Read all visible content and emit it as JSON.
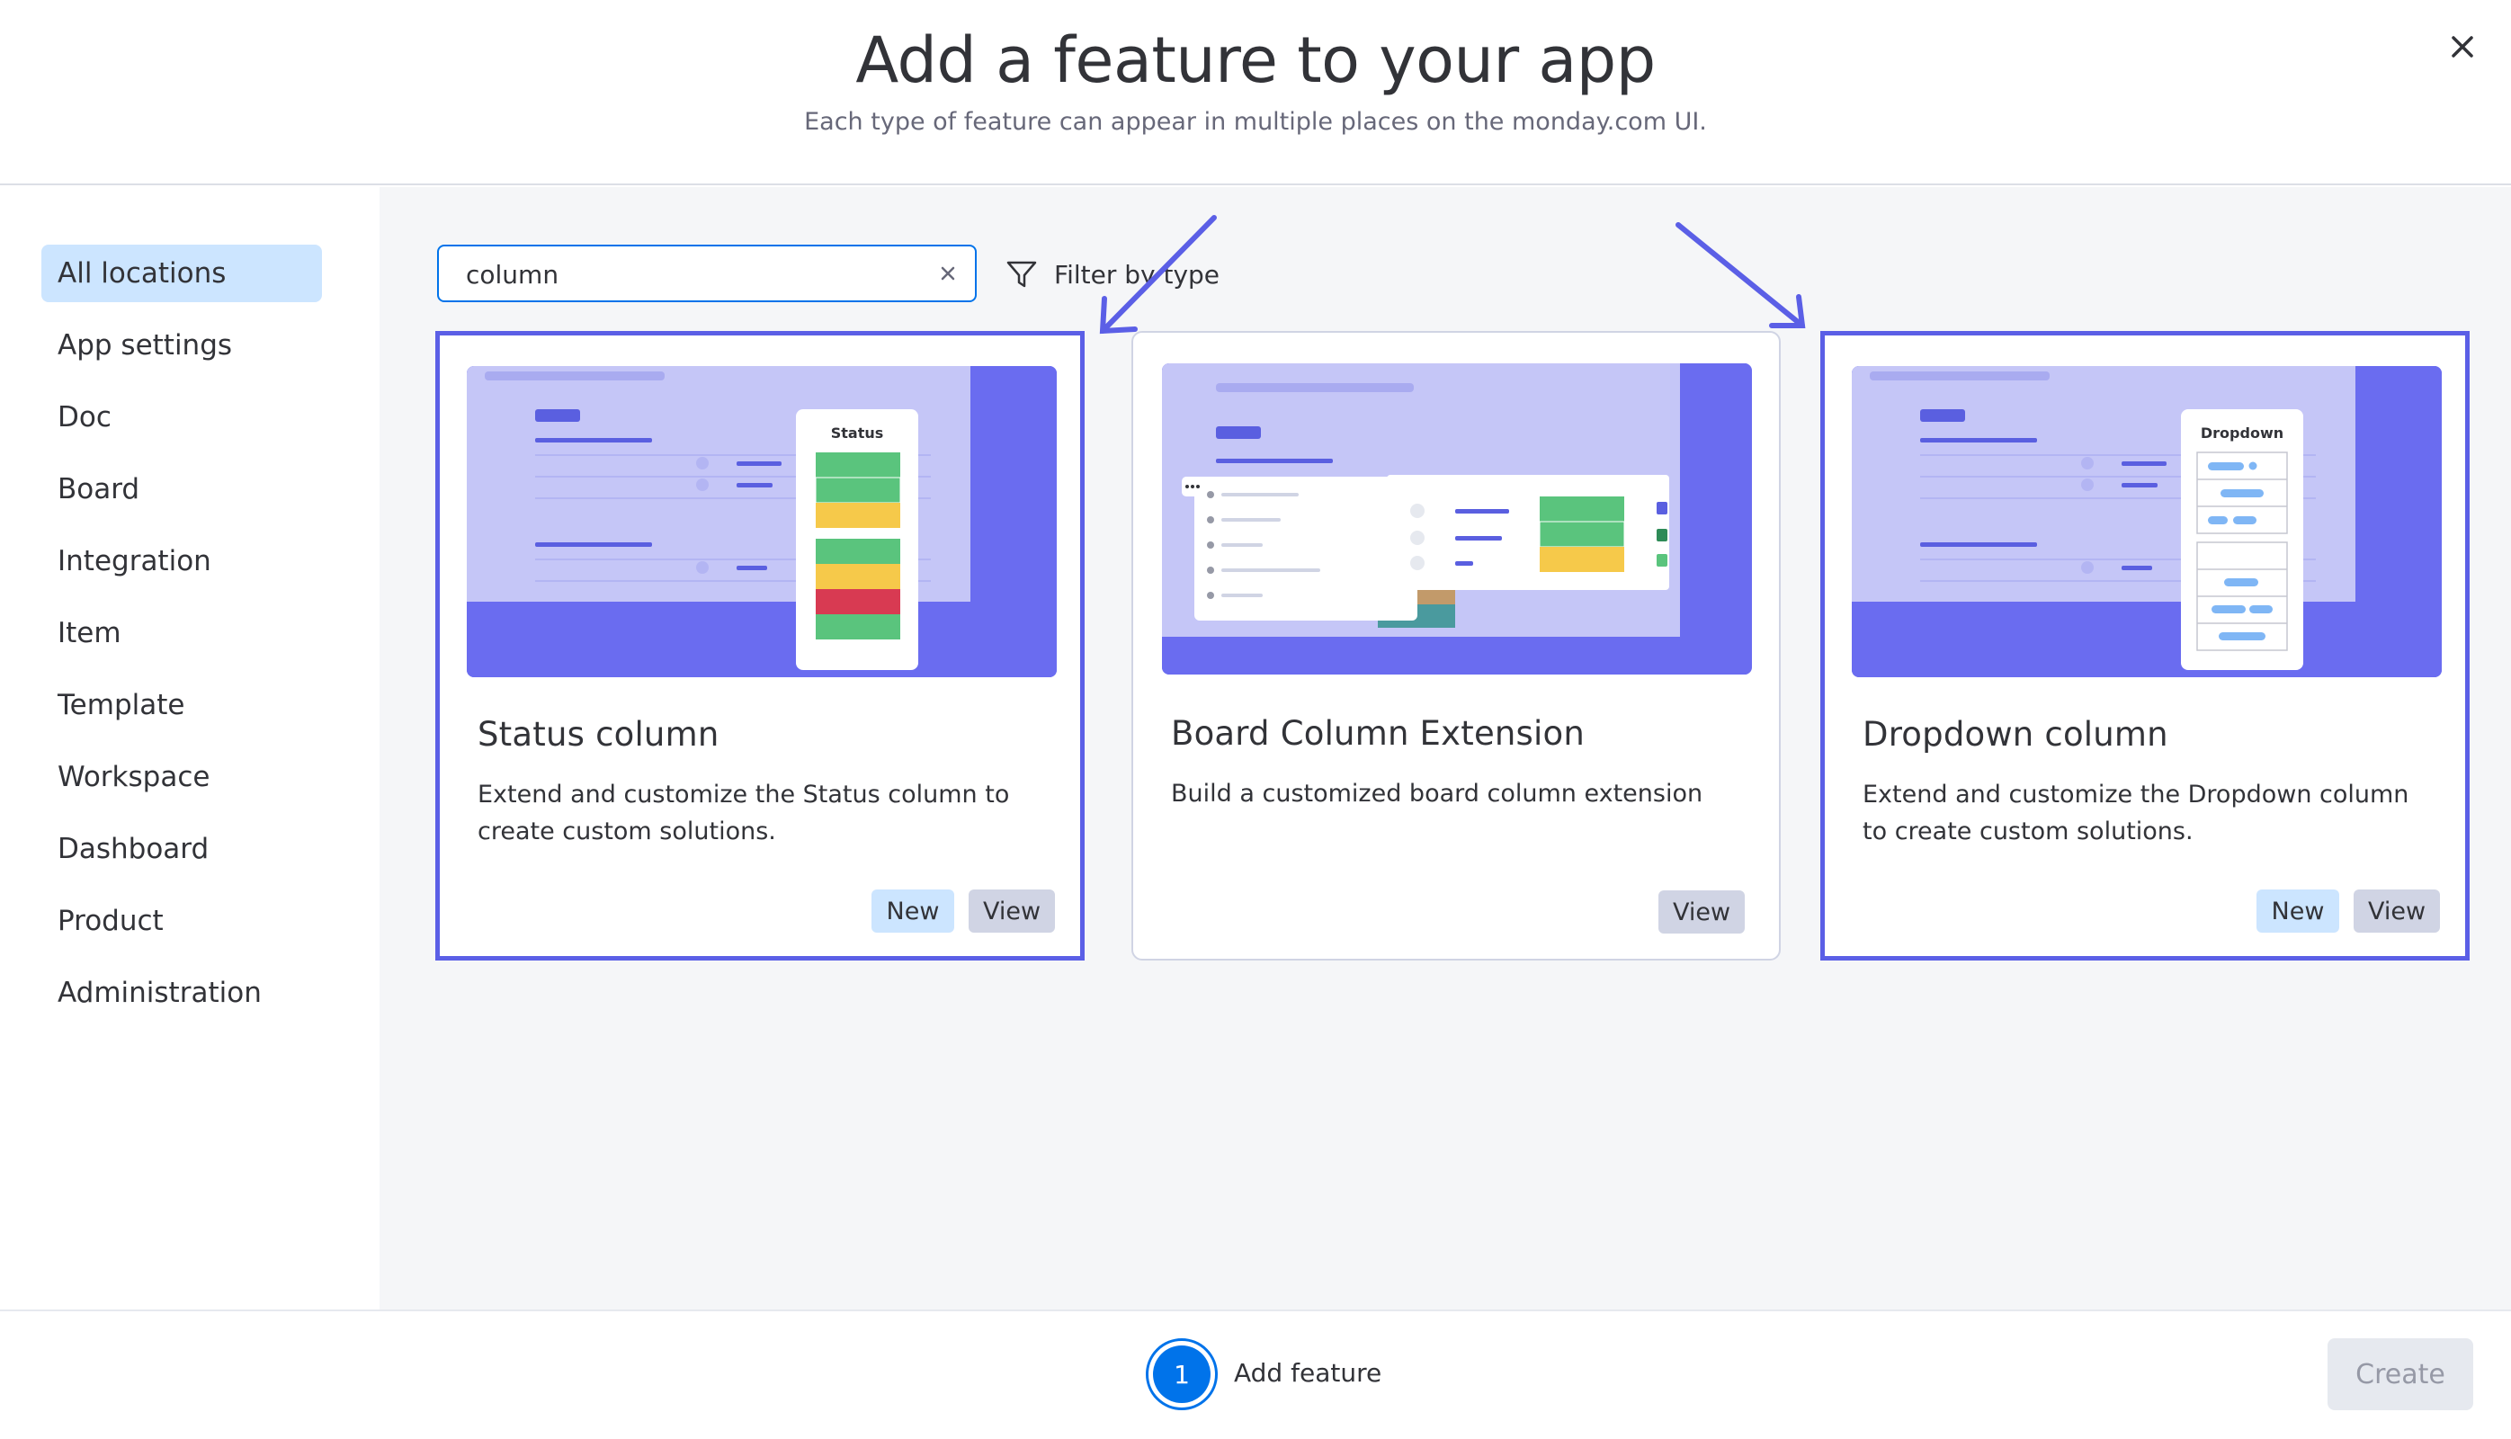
{
  "header": {
    "title": "Add a feature to your app",
    "subtitle": "Each type of feature can appear in multiple places on the monday.com UI."
  },
  "sidebar": {
    "items": [
      {
        "label": "All locations",
        "active": true
      },
      {
        "label": "App settings"
      },
      {
        "label": "Doc"
      },
      {
        "label": "Board"
      },
      {
        "label": "Integration"
      },
      {
        "label": "Item"
      },
      {
        "label": "Template"
      },
      {
        "label": "Workspace"
      },
      {
        "label": "Dashboard"
      },
      {
        "label": "Product"
      },
      {
        "label": "Administration"
      }
    ]
  },
  "search": {
    "value": "column"
  },
  "filter": {
    "label": "Filter by type"
  },
  "cards": [
    {
      "title": "Status column",
      "description": "Extend and customize the Status column to create custom solutions.",
      "new_label": "New",
      "view_label": "View",
      "preview_label": "Status"
    },
    {
      "title": "Board Column Extension",
      "description": "Build a customized board column extension",
      "view_label": "View"
    },
    {
      "title": "Dropdown column",
      "description": "Extend and customize the Dropdown column to create custom solutions.",
      "new_label": "New",
      "view_label": "View",
      "preview_label": "Dropdown"
    }
  ],
  "footer": {
    "step_number": "1",
    "step_label": "Add feature",
    "create_label": "Create"
  },
  "colors": {
    "accent": "#0073ea",
    "highlight": "#5b5fe6",
    "preview_bg": "#6a6cf0",
    "status_green": "#5ac47d",
    "status_yellow": "#f6c94a",
    "status_red": "#d83a52"
  }
}
